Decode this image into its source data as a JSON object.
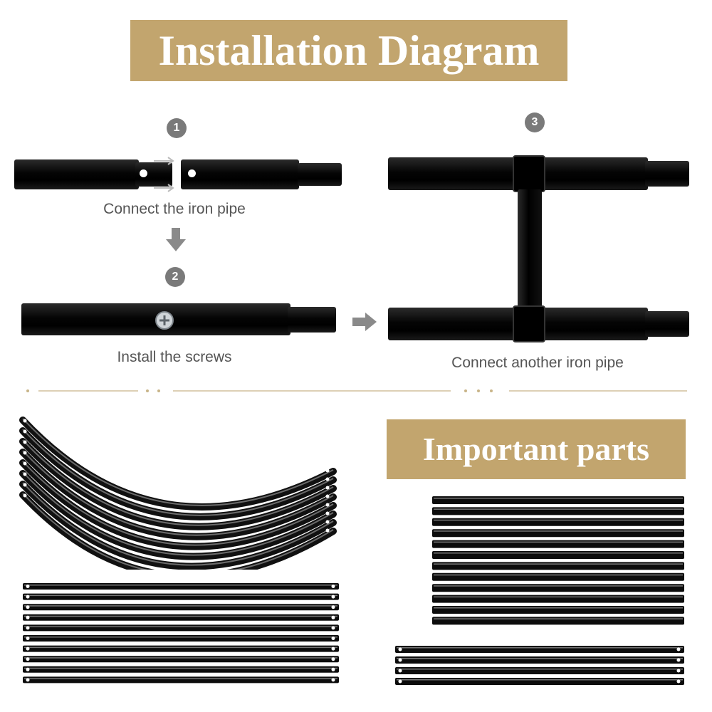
{
  "header": {
    "title": "Installation Diagram"
  },
  "steps": [
    {
      "number": "1",
      "caption": "Connect the iron pipe"
    },
    {
      "number": "2",
      "caption": "Install the screws"
    },
    {
      "number": "3",
      "caption": "Connect another iron pipe"
    }
  ],
  "parts_section": {
    "title": "Important parts"
  },
  "colors": {
    "banner": "#c2a56e",
    "pipe": "#000000",
    "step_badge": "#7a7a7a",
    "arrow": "#8a8a8a"
  },
  "icons": [
    "down-arrow-icon",
    "right-arrow-icon",
    "screw-icon"
  ]
}
